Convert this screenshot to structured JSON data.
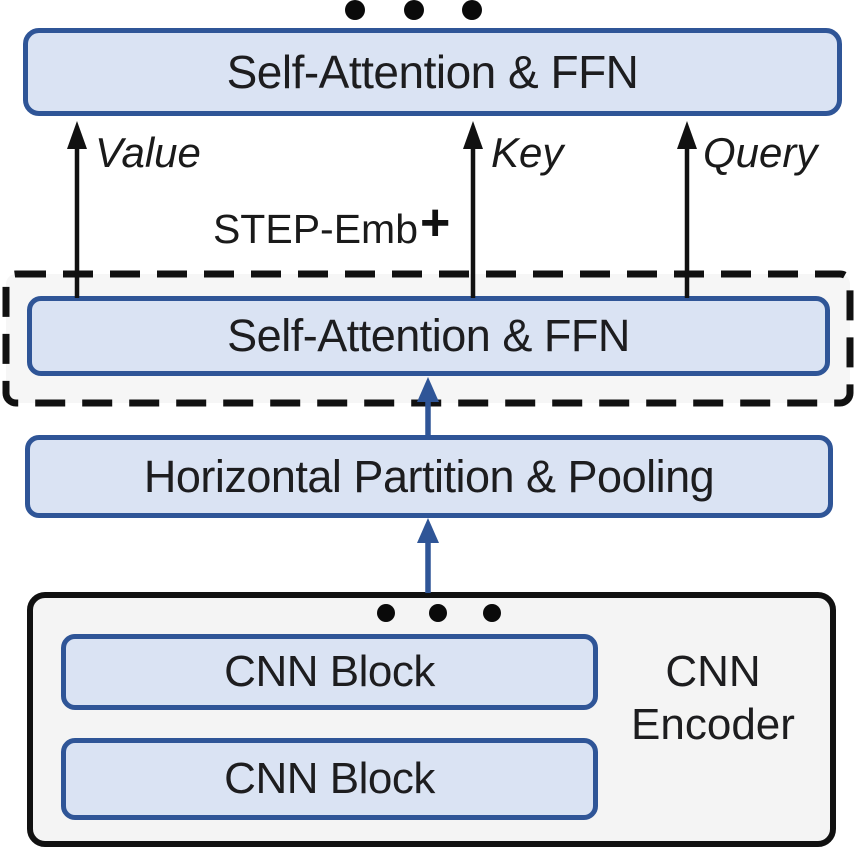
{
  "diagram": {
    "top_ellipsis_icon": "ellipsis-dots",
    "layers": {
      "top_attention_label": "Self-Attention & FFN",
      "inner_attention_label": "Self-Attention & FFN",
      "partition_pooling_label": "Horizontal Partition & Pooling"
    },
    "attention_inputs": {
      "value_label": "Value",
      "key_label": "Key",
      "query_label": "Query"
    },
    "step_embedding": {
      "label": "STEP-Emb",
      "plus_operator": "+"
    },
    "cnn_encoder": {
      "title": "CNN Encoder",
      "ellipsis_icon": "ellipsis-dots",
      "blocks": [
        "CNN Block",
        "CNN Block"
      ]
    },
    "colors": {
      "box_border_blue": "#2F5597",
      "box_fill_blue": "#DAE3F3",
      "arrow_blue": "#2F5597",
      "arrow_black": "#111111",
      "outline_black": "#111111",
      "panel_fill_gray": "#F4F4F4",
      "dashed_panel_fill": "#F6F6F6",
      "text_dark": "#1D1D1F"
    }
  }
}
